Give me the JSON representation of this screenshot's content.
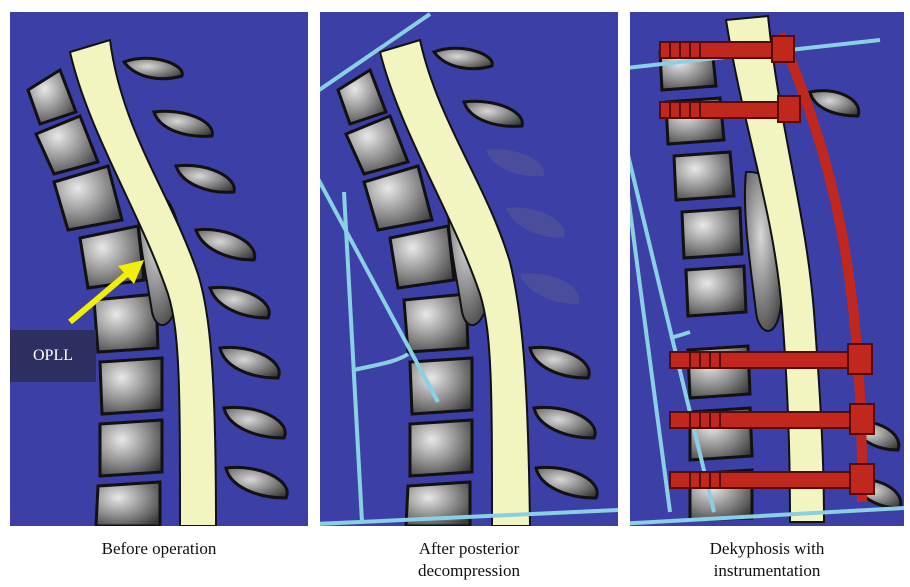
{
  "figure": {
    "panels": [
      {
        "caption_line1": "Before operation",
        "caption_line2": ""
      },
      {
        "caption_line1": "After posterior",
        "caption_line2": "decompression"
      },
      {
        "caption_line1": "Dekyphosis with",
        "caption_line2": "instrumentation"
      }
    ],
    "opll_label": "OPLL",
    "colors": {
      "background": "#3c3fa6",
      "spinal_cord": "#f2f5bf",
      "vertebra": "#5c5c5c",
      "line": "#8ad0e4",
      "rod": "#c0281e",
      "arrow": "#f0f000",
      "opll_box": "#2c2f60"
    }
  }
}
